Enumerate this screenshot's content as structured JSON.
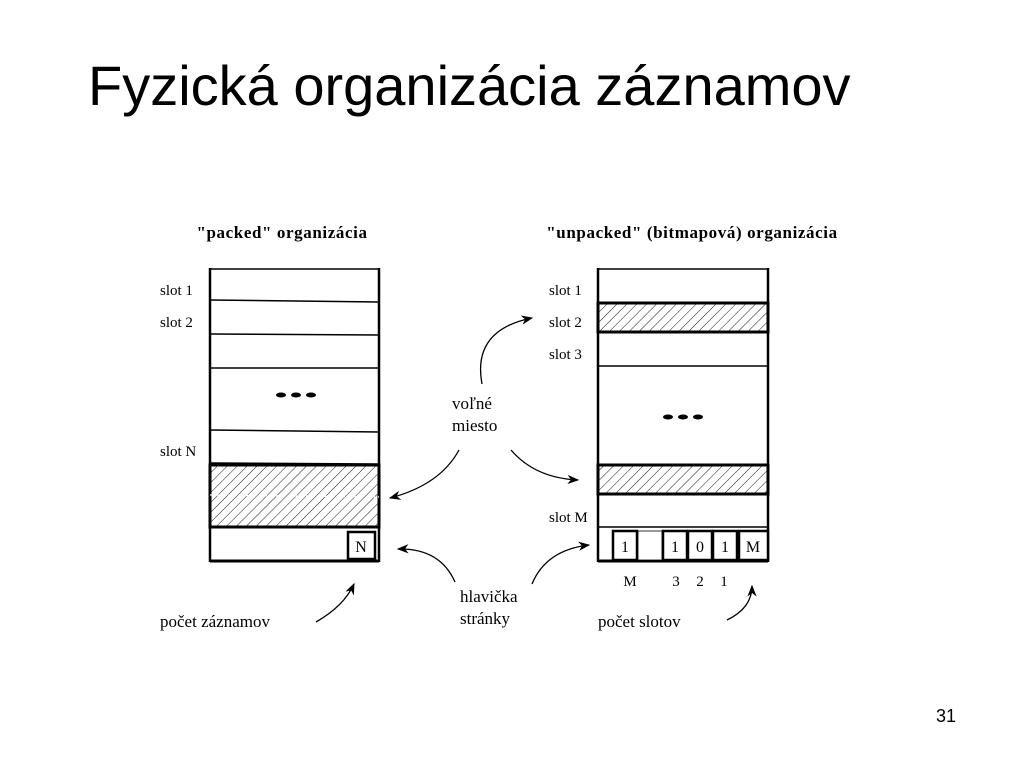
{
  "slide": {
    "title": "Fyzická organizácia záznamov",
    "page_number": "31"
  },
  "packed": {
    "heading": "\"packed\" organizácia",
    "slot_labels": [
      "slot 1",
      "slot 2",
      "slot N"
    ],
    "count_box": "N",
    "caption": "počet záznamov"
  },
  "unpacked": {
    "heading": "\"unpacked\" (bitmapová) organizácia",
    "slot_labels": [
      "slot 1",
      "slot 2",
      "slot 3",
      "slot M"
    ],
    "bitmap_cells": [
      "1",
      "",
      "1",
      "0",
      "1",
      "M"
    ],
    "bitmap_indices": [
      "M",
      "3",
      "2",
      "1"
    ],
    "caption": "počet slotov"
  },
  "middle": {
    "free_space": [
      "voľné",
      "miesto"
    ],
    "page_header": [
      "hlavička",
      "stránky"
    ]
  }
}
